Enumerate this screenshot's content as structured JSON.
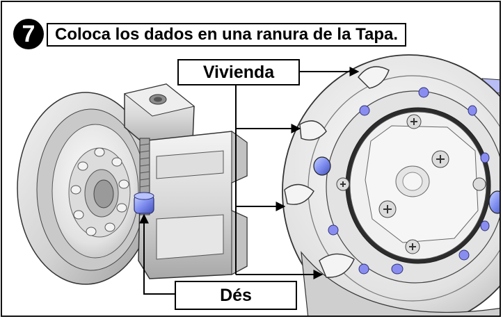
{
  "step": {
    "number": "7",
    "instruction": "Coloca los dados en una ranura de la Tapa."
  },
  "callouts": {
    "housing_label": "Vivienda",
    "dice_label": "Dés"
  },
  "colors": {
    "metal_light": "#e4e4e4",
    "metal_mid": "#c6c6c6",
    "metal_dark": "#8f8f8f",
    "accent_blue": "#8a8df0",
    "outline": "#222222"
  },
  "icons": {
    "housing_part": "cutaway-housing-illustration",
    "cover_part": "cover-plate-illustration",
    "dice": "dice-cylinder-illustration",
    "screw": "phillips-screw-icon"
  }
}
